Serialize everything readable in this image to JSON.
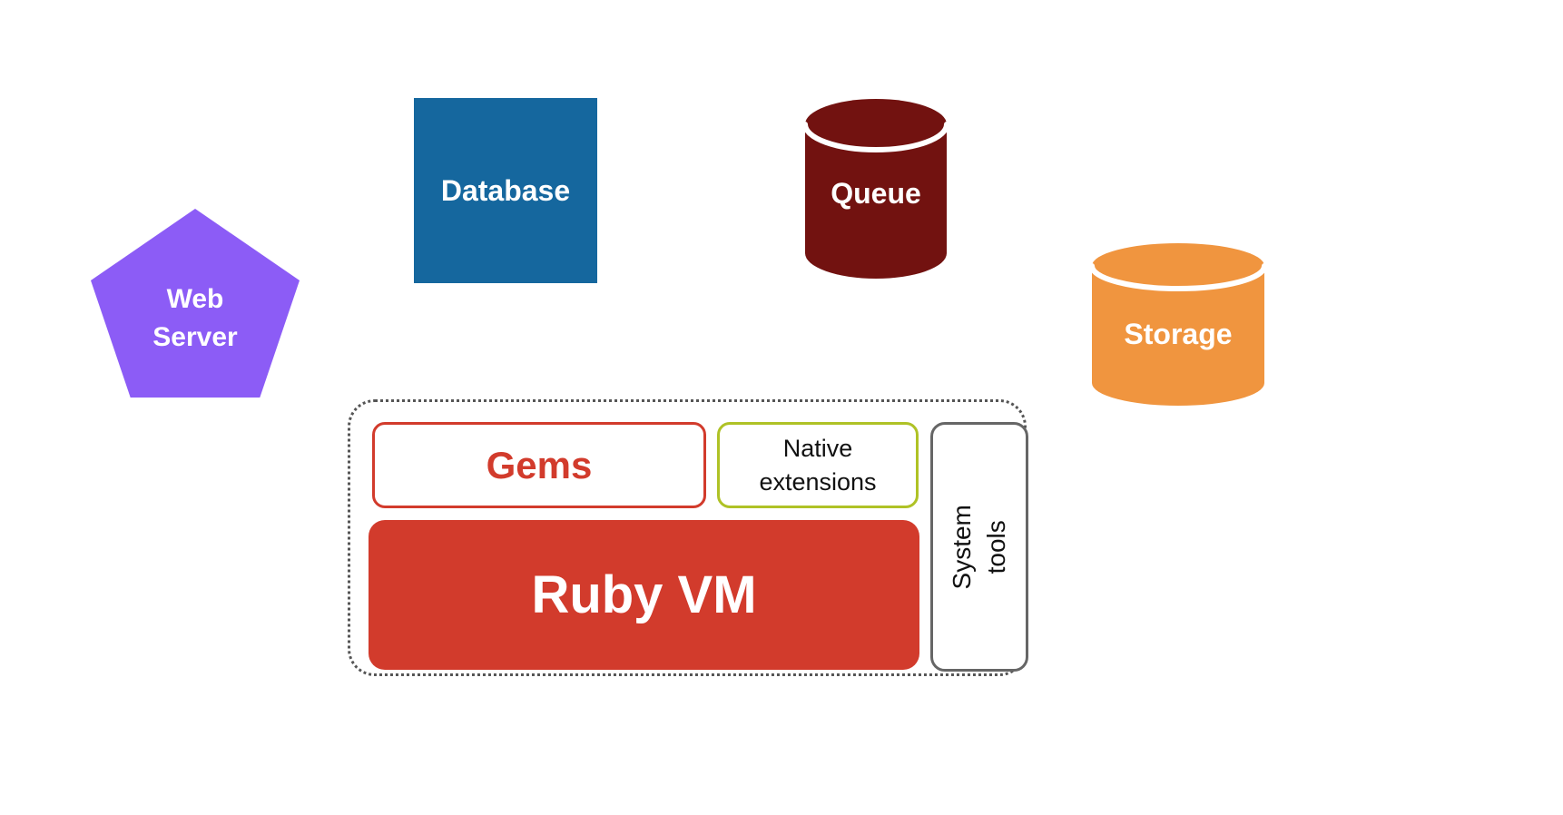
{
  "shapes": {
    "web_server": {
      "label": "Web Server",
      "shape": "pentagon",
      "color": "#8C5CF6",
      "text_color": "#FFFFFF"
    },
    "database": {
      "label": "Database",
      "shape": "square",
      "color": "#15679E",
      "text_color": "#FFFFFF"
    },
    "queue": {
      "label": "Queue",
      "shape": "cylinder",
      "color": "#721210",
      "text_color": "#FFFFFF"
    },
    "storage": {
      "label": "Storage",
      "shape": "cylinder",
      "color": "#F0953F",
      "text_color": "#FFFFFF"
    }
  },
  "runtime_group": {
    "border_style": "dotted",
    "border_color": "#555555",
    "gems": {
      "label": "Gems",
      "border_color": "#D23B2C",
      "text_color": "#D23B2C"
    },
    "native_extensions": {
      "label": "Native extensions",
      "border_color": "#AFC226",
      "text_color": "#111111"
    },
    "system_tools": {
      "label": "System tools",
      "border_color": "#666666",
      "text_color": "#111111",
      "orientation": "vertical"
    },
    "ruby_vm": {
      "label": "Ruby VM",
      "fill_color": "#D23B2C",
      "text_color": "#FFFFFF"
    }
  }
}
